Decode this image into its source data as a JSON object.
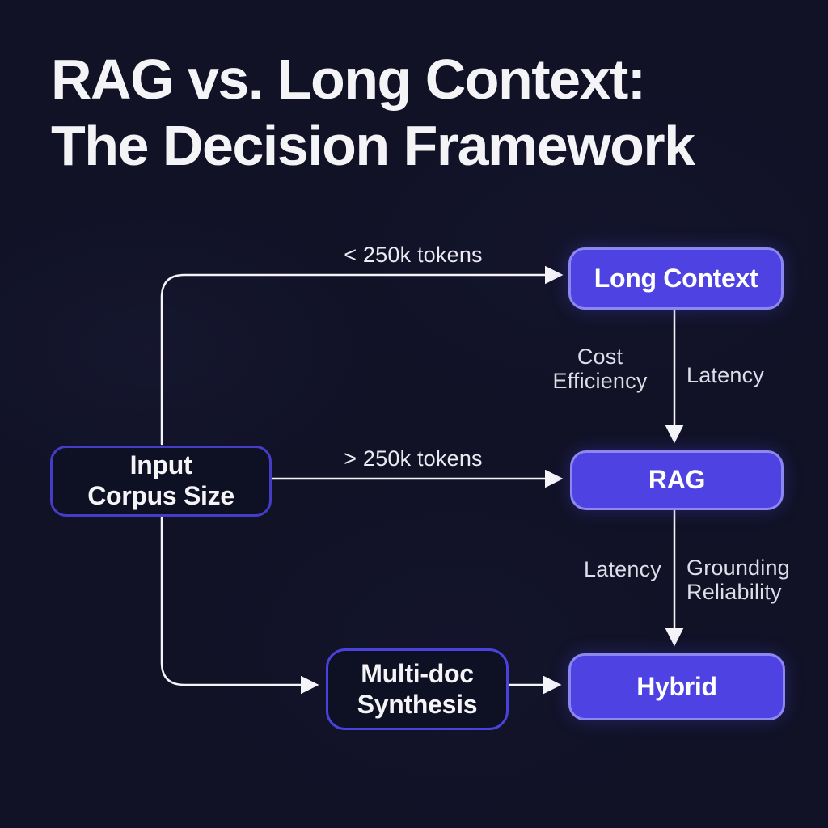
{
  "title": {
    "line1": "RAG vs. Long Context:",
    "line2": "The Decision Framework"
  },
  "nodes": {
    "input_corpus_size": {
      "line1": "Input",
      "line2": "Corpus Size"
    },
    "long_context": {
      "label": "Long Context"
    },
    "rag": {
      "label": "RAG"
    },
    "hybrid": {
      "label": "Hybrid"
    },
    "multi_doc_synthesis": {
      "line1": "Multi-doc",
      "line2": "Synthesis"
    }
  },
  "edge_labels": {
    "lt_tokens": "< 250k tokens",
    "gt_tokens": "> 250k tokens",
    "cost_line1": "Cost",
    "cost_line2": "Efficiency",
    "latency_top": "Latency",
    "latency_bottom": "Latency",
    "grounding_line1": "Grounding",
    "grounding_line2": "Reliability"
  },
  "colors": {
    "background": "#111226",
    "node_fill_accent": "#4e43e2",
    "node_border_light": "#8d87f0",
    "node_border_outline": "#453cc8",
    "connector_line": "#f5f4f8",
    "text_primary": "#f4f4f7"
  }
}
